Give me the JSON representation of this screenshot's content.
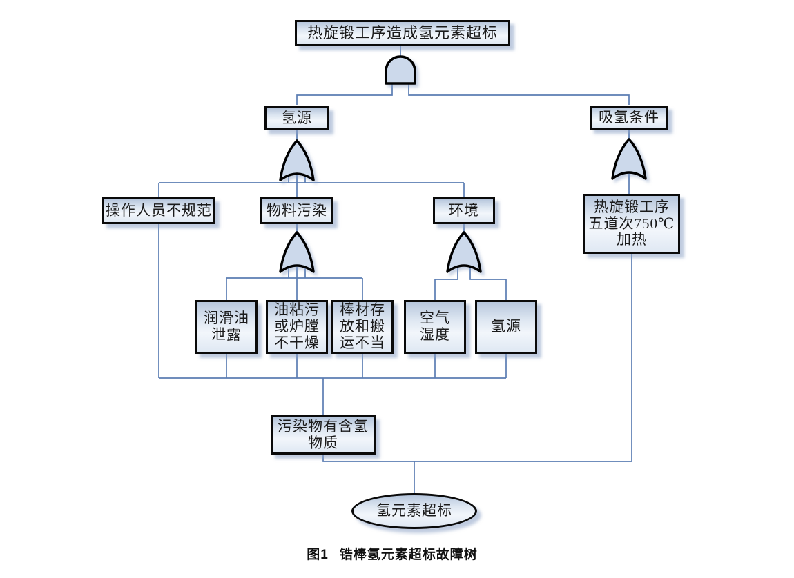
{
  "figure": {
    "caption_label": "图1",
    "caption_title": "锆棒氢元素超标故障树"
  },
  "colors": {
    "line_color": "#5b7db3",
    "gate_fill": "#ccd9eb",
    "node_border": "#0a0a0a",
    "node_fill_dark": "#b6c6dc",
    "node_fill_light": "#f2f6fb",
    "shadow_color": "rgba(139,161,197,0.55)"
  },
  "nodes": {
    "top_event": {
      "label": "热旋锻工序造成氢元素超标"
    },
    "hydrogen_source": {
      "label": "氢源"
    },
    "absorption_condition": {
      "label": "吸氢条件"
    },
    "operator_nonstandard": {
      "label": "操作人员不规范"
    },
    "material_contamination": {
      "label": "物料污染"
    },
    "environment": {
      "label": "环境"
    },
    "hot_swaging_heating": {
      "lines": [
        "热旋锻工序",
        "五道次750℃",
        "加热"
      ]
    },
    "lubricant_leak": {
      "lines": [
        "润滑油",
        "泄露"
      ]
    },
    "oil_stain_furnace": {
      "lines": [
        "油粘污",
        "或炉膛",
        "不干燥"
      ]
    },
    "bar_storage_handling": {
      "lines": [
        "棒材存",
        "放和搬",
        "运不当"
      ]
    },
    "air_humidity": {
      "lines": [
        "空气",
        "湿度"
      ]
    },
    "hydrogen_source_leaf": {
      "label": "氢源"
    },
    "pollutant_contains_hydrogen": {
      "lines": [
        "污染物有含氢",
        "物质"
      ]
    },
    "hydrogen_exceed_standard": {
      "label": "氢元素超标"
    }
  }
}
